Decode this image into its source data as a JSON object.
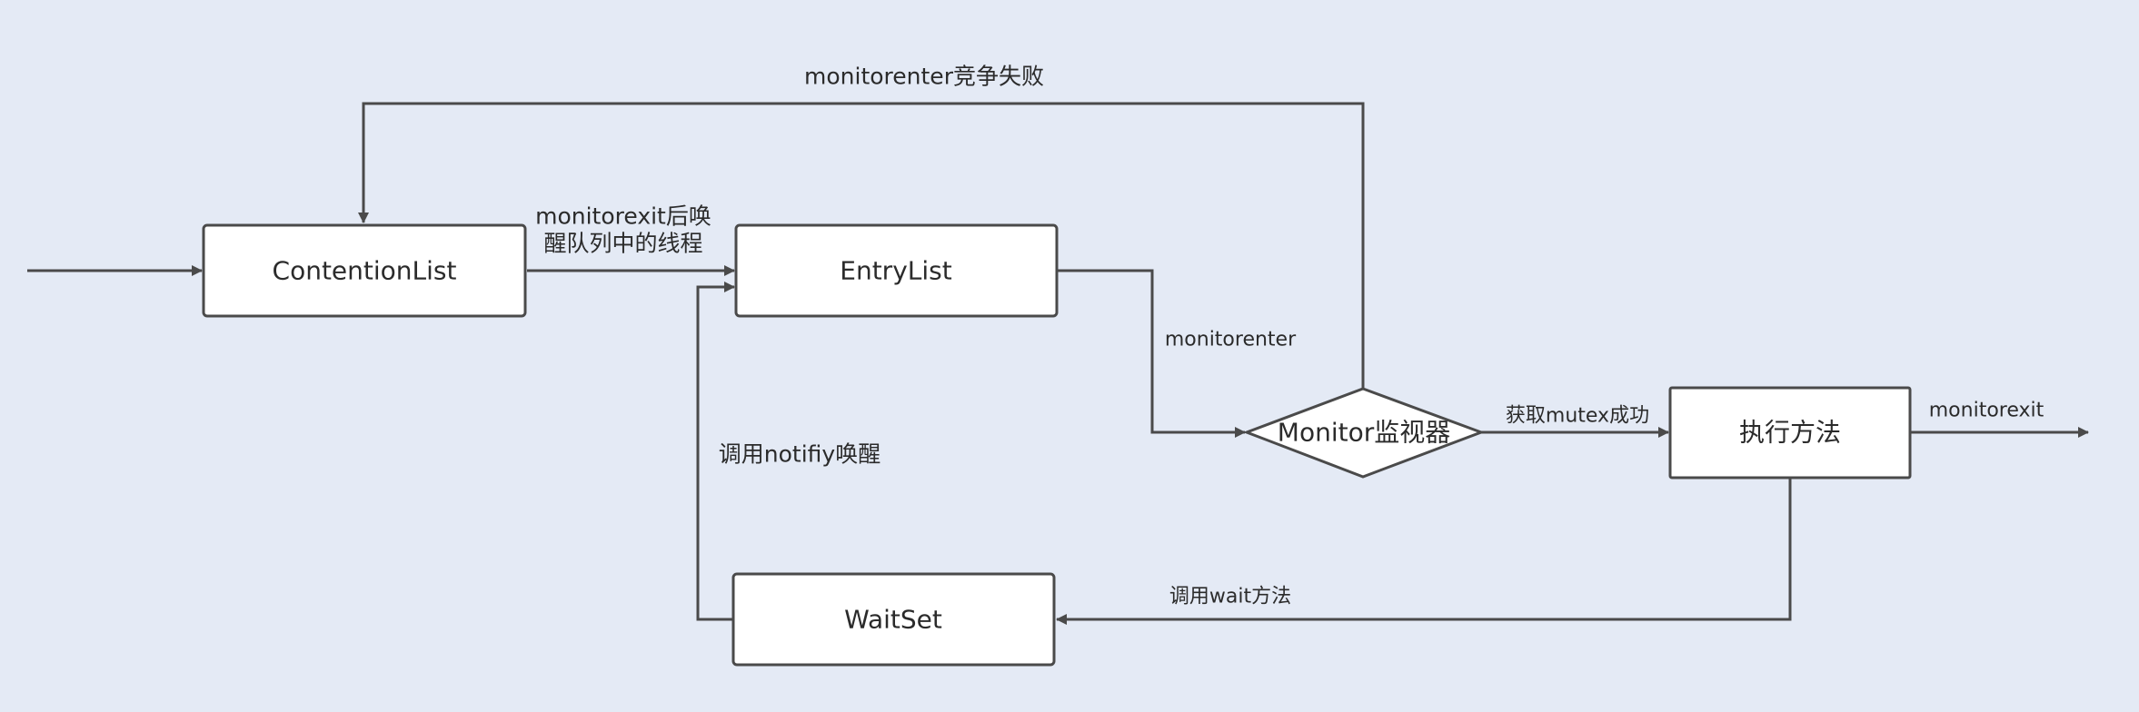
{
  "nodes": {
    "contention_list": "ContentionList",
    "entry_list": "EntryList",
    "monitor": "Monitor监视器",
    "execute": "执行方法",
    "wait_set": "WaitSet"
  },
  "edges": {
    "enter_fail": "monitorenter竞争失败",
    "exit_wake_line1": "monitorexit后唤",
    "exit_wake_line2": "醒队列中的线程",
    "monitorenter": "monitorenter",
    "acquire_mutex": "获取mutex成功",
    "monitorexit": "monitorexit",
    "notify": "调用notifiy唤醒",
    "wait": "调用wait方法"
  },
  "colors": {
    "background": "#e4eaf5",
    "stroke": "#4a4a4a",
    "node_fill": "#ffffff"
  }
}
